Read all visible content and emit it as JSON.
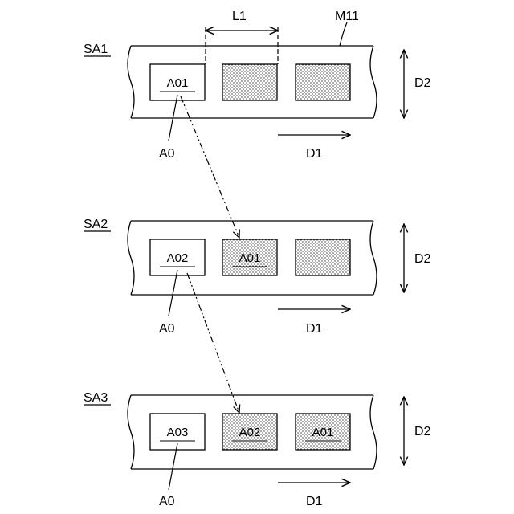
{
  "figure": {
    "top_dimension_label": "L1",
    "material_label": "M11",
    "panels": [
      {
        "label": "SA1",
        "area_label": "A01",
        "shaded_labels": [
          "",
          ""
        ],
        "area_ref": "A0",
        "direction_label": "D1",
        "width_label": "D2"
      },
      {
        "label": "SA2",
        "area_label": "A02",
        "shaded_labels": [
          "A01",
          ""
        ],
        "area_ref": "A0",
        "direction_label": "D1",
        "width_label": "D2"
      },
      {
        "label": "SA3",
        "area_label": "A03",
        "shaded_labels": [
          "A02",
          "A01"
        ],
        "area_ref": "A0",
        "direction_label": "D1",
        "width_label": "D2"
      }
    ]
  }
}
